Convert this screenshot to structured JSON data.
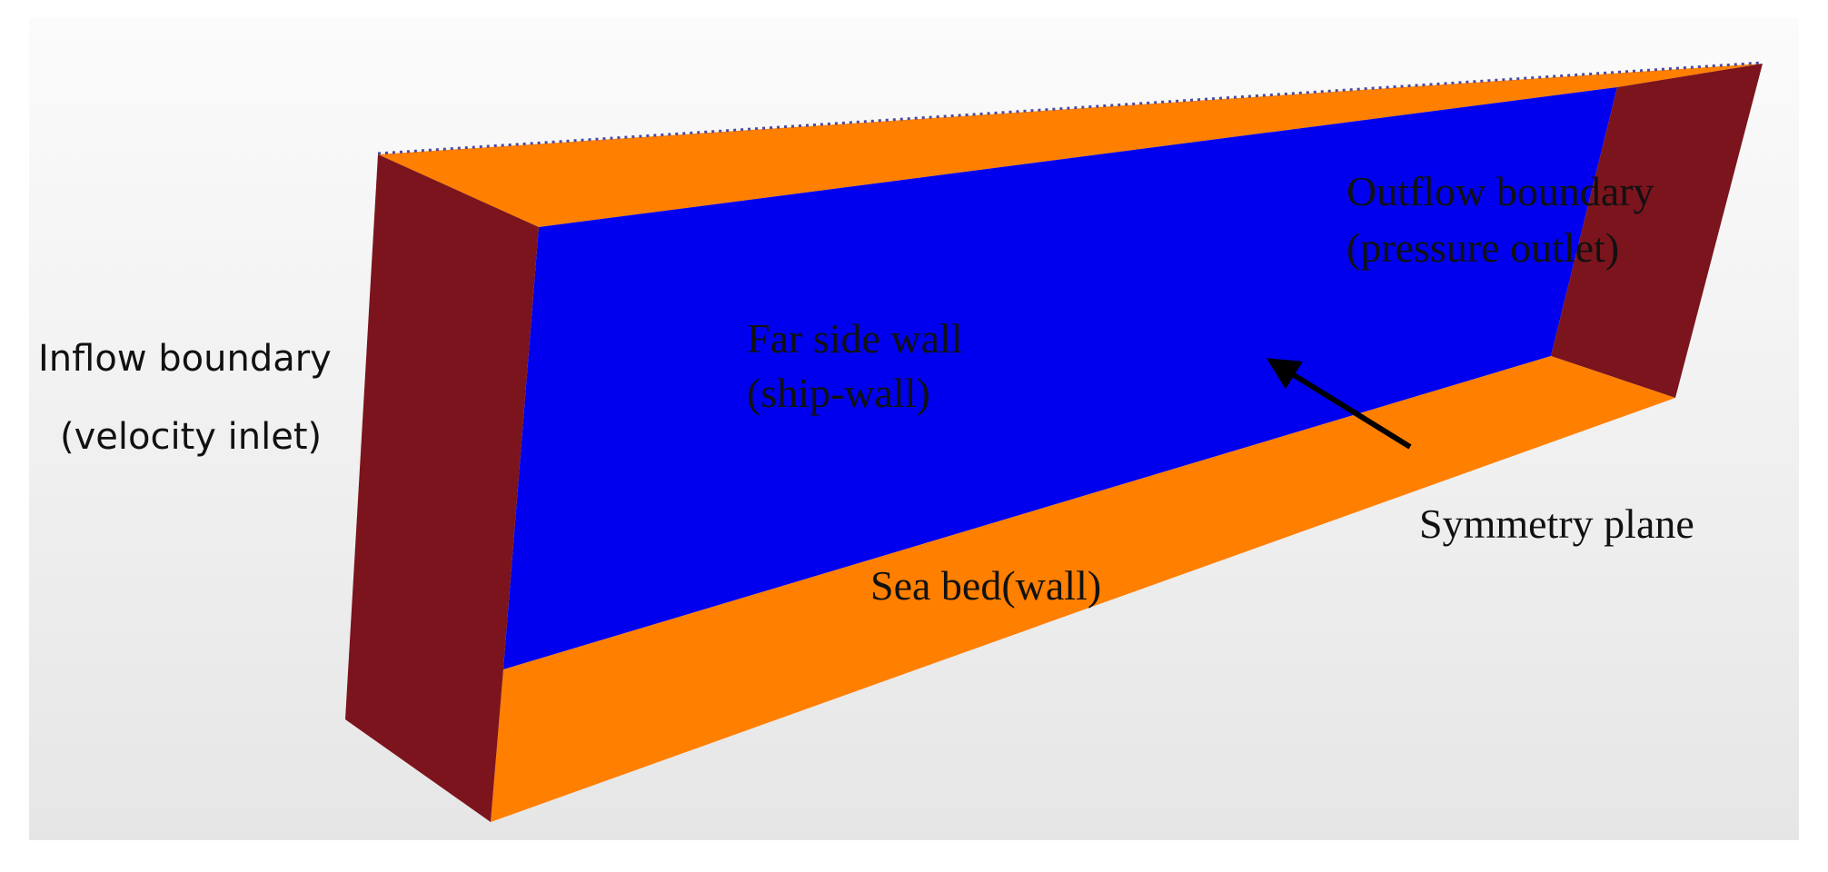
{
  "colors": {
    "background_gradient_top": "#fbfbfb",
    "background_gradient_bottom": "#e6e6e6",
    "boundary_end_faces": "#7c141d",
    "top_and_bottom_faces": "#ff7f00",
    "far_side_wall": "#0000ee",
    "label_text": "#111111",
    "arrow": "#000000"
  },
  "labels": {
    "inflow": {
      "line1": "Inflow boundary",
      "line2": "(velocity inlet)"
    },
    "far_side_wall": {
      "line1": "Far side wall",
      "line2": "(ship-wall)"
    },
    "outflow": {
      "line1": "Outflow boundary",
      "line2": "(pressure outlet)"
    },
    "symmetry_plane": "Symmetry plane",
    "sea_bed": "Sea bed(wall)"
  }
}
